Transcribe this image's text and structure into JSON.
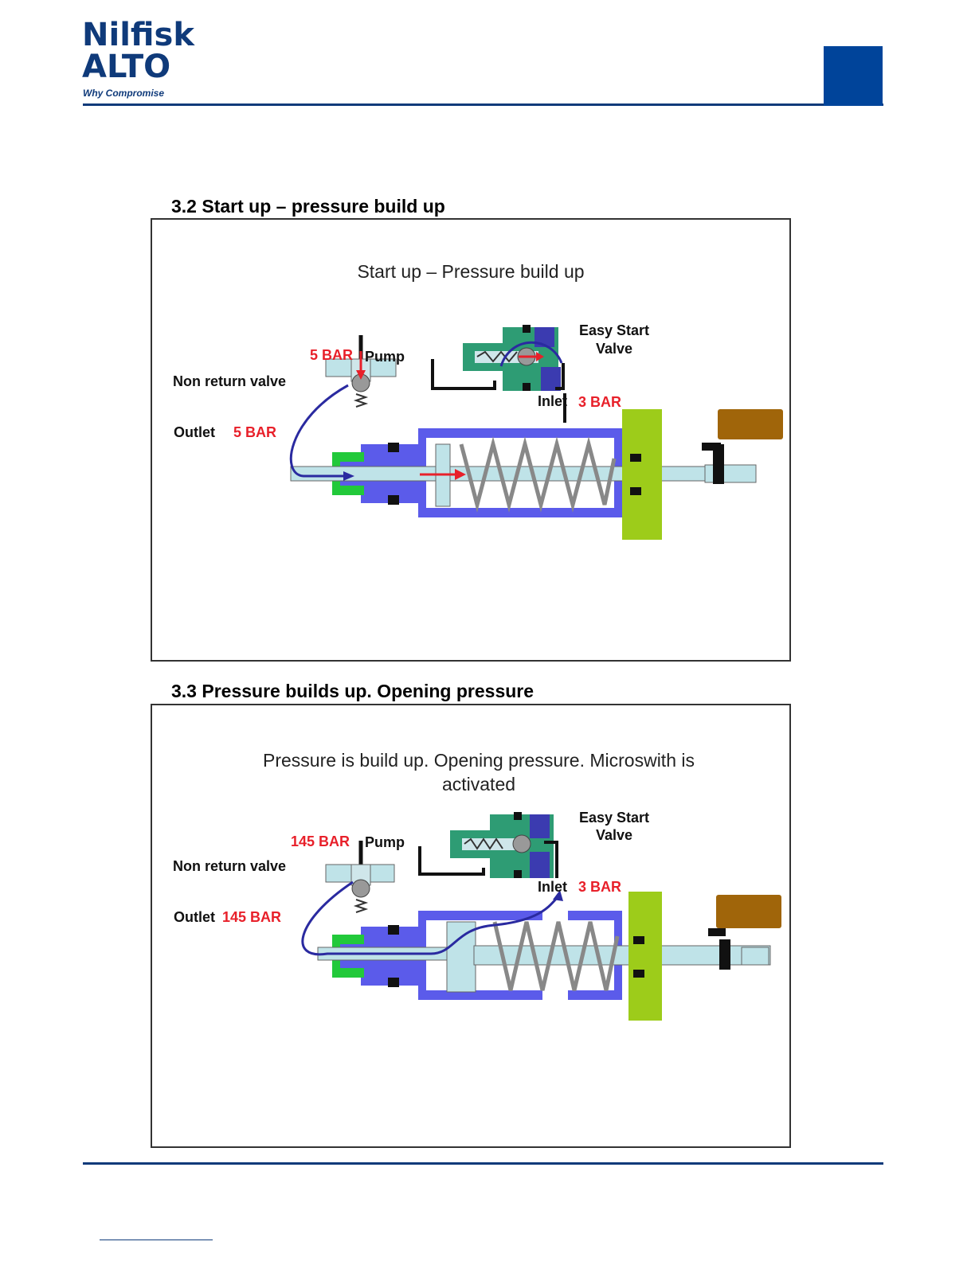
{
  "header": {
    "logo_line1": "Nilfisk",
    "logo_line2": "ALTO",
    "tagline": "Why Compromise",
    "brand_color": "#0f3a7a",
    "corner_box_color": "#00449a"
  },
  "sections": [
    {
      "heading": "3.2 Start up – pressure build up",
      "slide_title": "Start up – Pressure build up",
      "labels": {
        "easy_start_valve": "Easy Start\nValve",
        "pump_pressure": "5 BAR",
        "pump": "Pump",
        "non_return_valve": "Non return valve",
        "outlet": "Outlet",
        "outlet_pressure": "5 BAR",
        "inlet": "Inlet",
        "inlet_pressure": "3 BAR"
      }
    },
    {
      "heading": "3.3 Pressure builds up. Opening pressure",
      "slide_title": "Pressure is build up. Opening pressure. Microswith is activated",
      "labels": {
        "easy_start_valve": "Easy Start\nValve",
        "pump_pressure": "145 BAR",
        "pump": "Pump",
        "non_return_valve": "Non return valve",
        "outlet": "Outlet",
        "outlet_pressure": "145 BAR",
        "inlet": "Inlet",
        "inlet_pressure": "3 BAR"
      }
    }
  ],
  "colors": {
    "cylinder": "#5b5bea",
    "flange": "#9dcc1a",
    "rod": "#bfe3e8",
    "valve_body": "#2e9c74",
    "valve_cap": "#3b3bb0",
    "switch": "#a0650a",
    "arrow_red": "#e8202a",
    "flow_blue": "#2a2aa0"
  }
}
